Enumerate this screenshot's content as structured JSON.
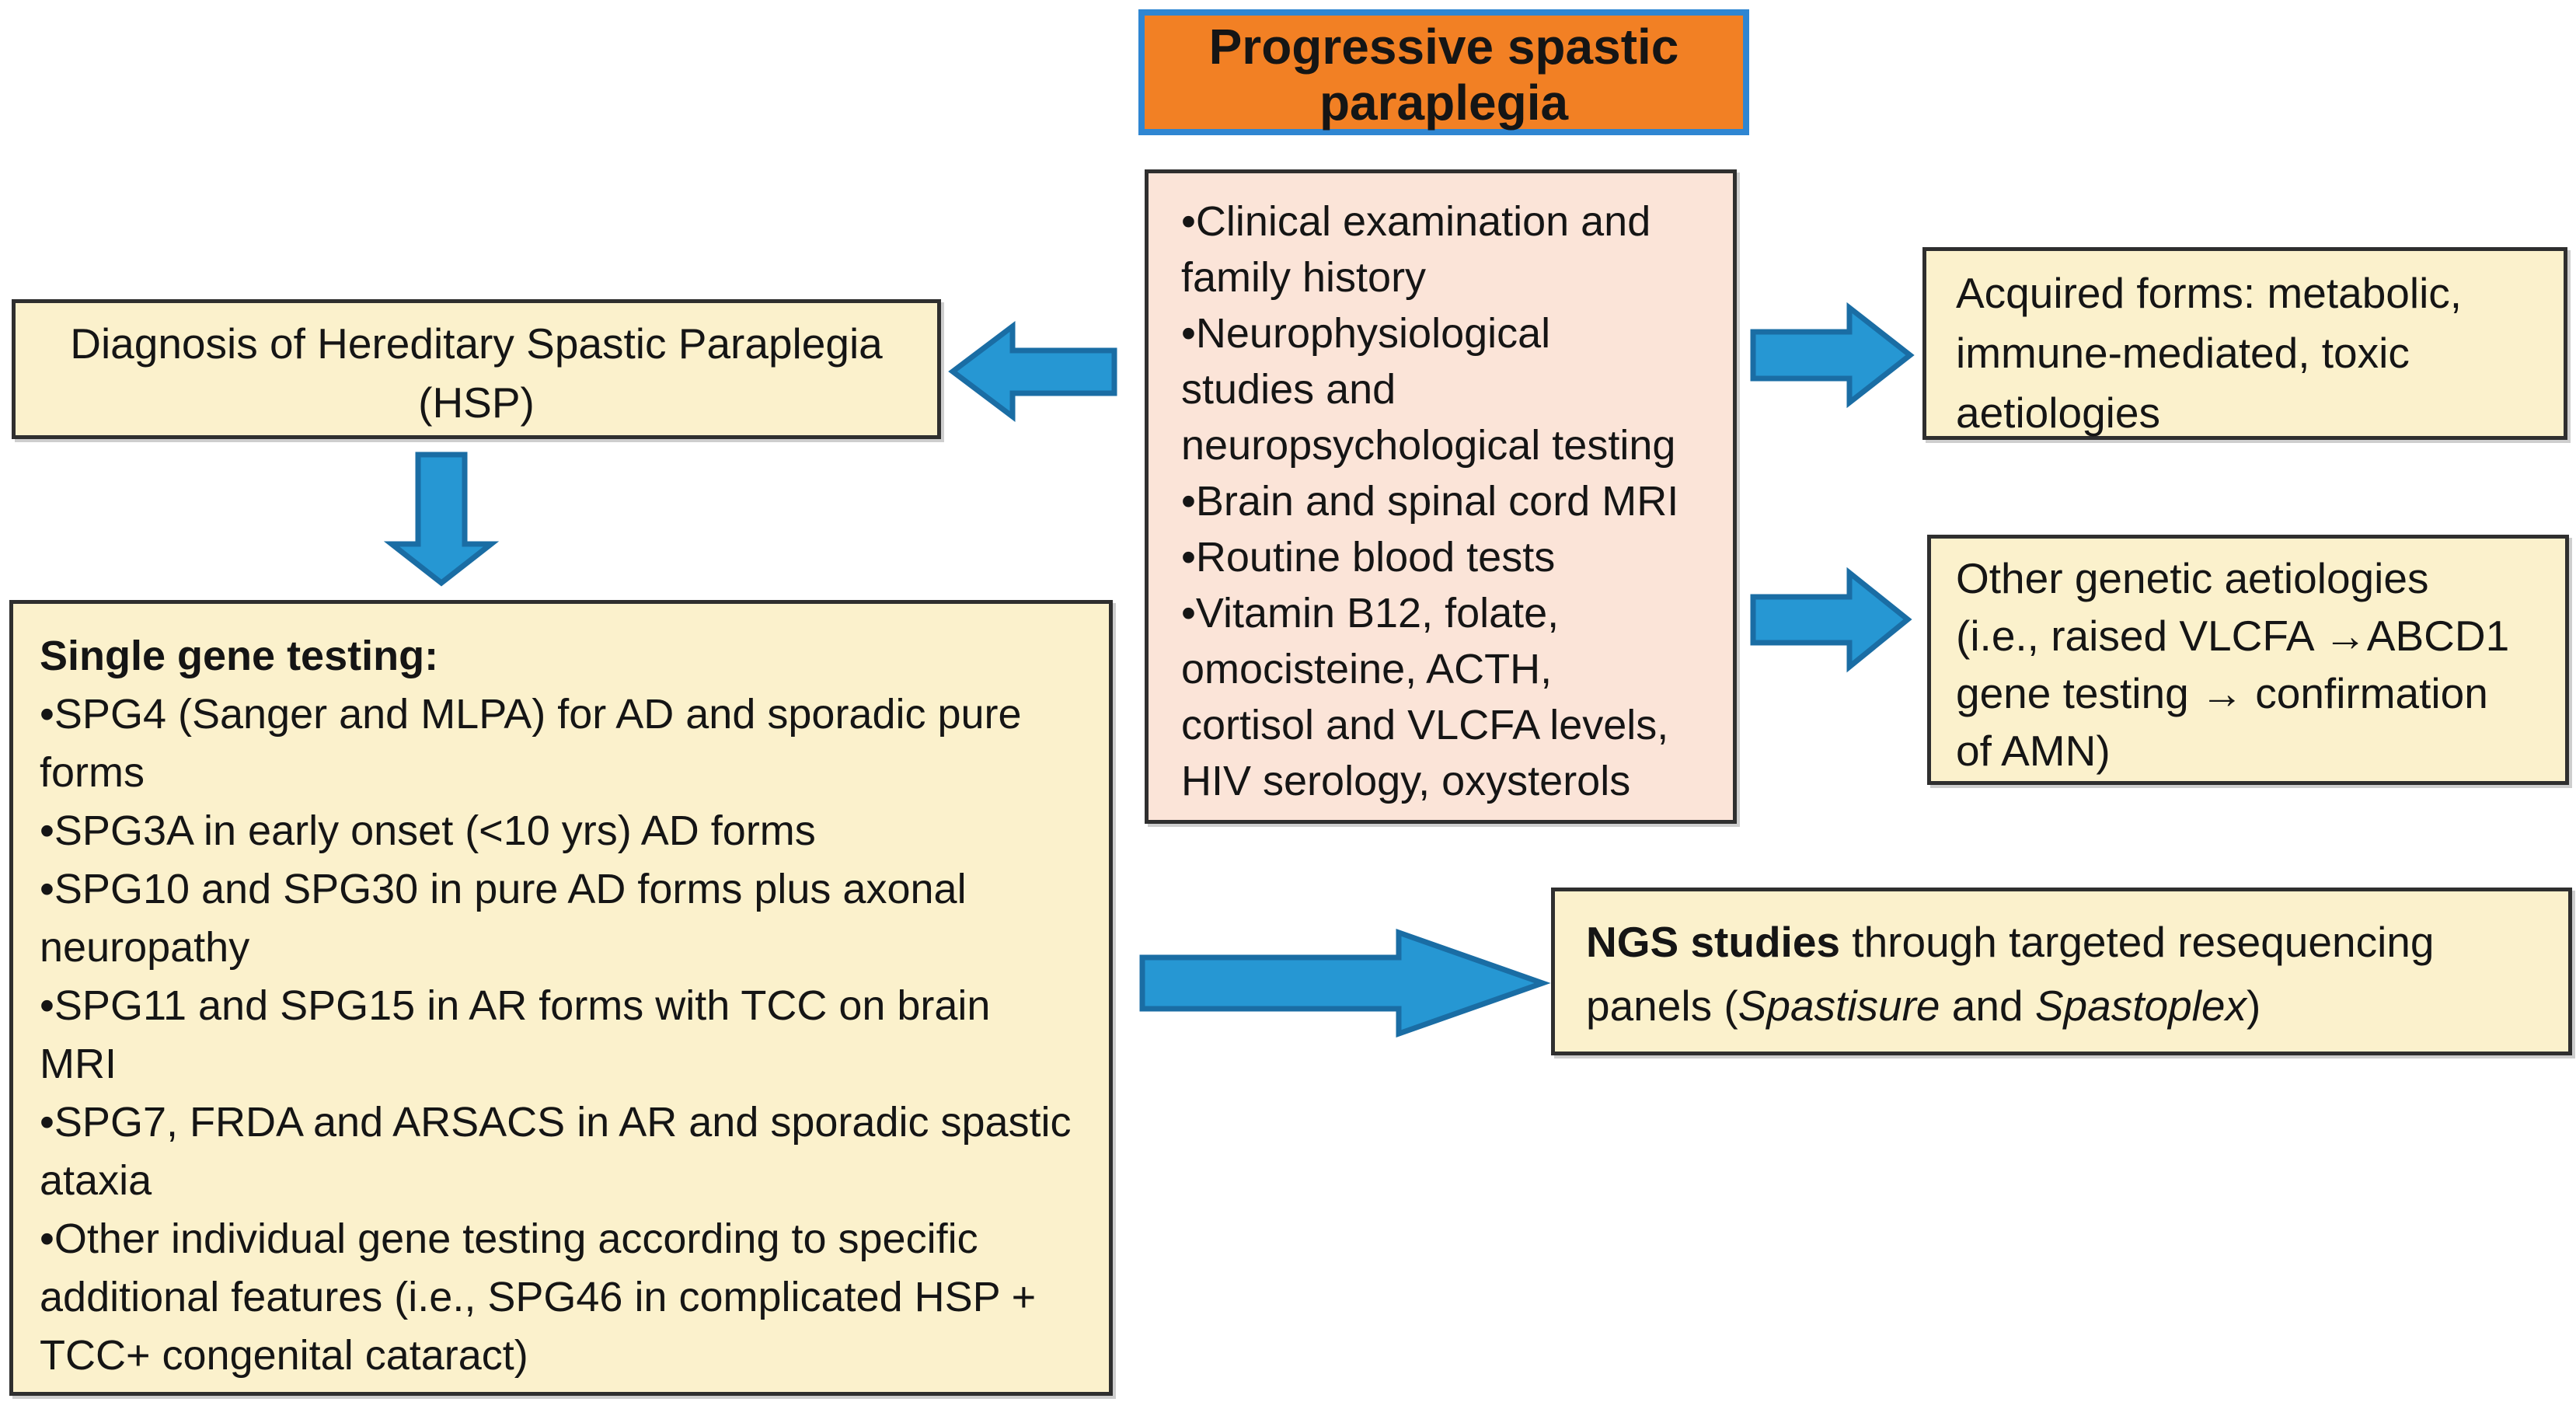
{
  "colors": {
    "box_fill": "#fbf1cc",
    "box_border": "#2f2f2f",
    "workup_fill": "#fbe4d8",
    "title_fill": "#f28024",
    "title_border": "#2f86d2",
    "arrow_fill": "#2697d3",
    "arrow_stroke": "#1a6da4",
    "text": "#151515",
    "background": "#ffffff"
  },
  "title_box": {
    "lines": [
      "Progressive spastic",
      "paraplegia"
    ]
  },
  "workup_box": {
    "lines": [
      "•Clinical examination and",
      "family history",
      "•Neurophysiological",
      "studies and",
      "neuropsychological testing",
      "•Brain and spinal cord MRI",
      "•Routine blood tests",
      "•Vitamin B12, folate,",
      "omocisteine, ACTH,",
      "cortisol and VLCFA levels,",
      "HIV serology, oxysterols"
    ]
  },
  "hsp_box": {
    "lines": [
      "Diagnosis of Hereditary Spastic Paraplegia",
      "(HSP)"
    ]
  },
  "single_gene_box": {
    "heading": "Single gene testing:",
    "lines": [
      "•SPG4 (Sanger and MLPA) for AD and sporadic pure",
      "forms",
      "•SPG3A in early onset (<10 yrs) AD forms",
      "•SPG10 and SPG30 in pure AD forms plus axonal",
      "neuropathy",
      "•SPG11 and SPG15 in AR forms with TCC on brain",
      "MRI",
      "•SPG7, FRDA and ARSACS in AR and sporadic spastic",
      "ataxia",
      "•Other individual gene testing according to specific",
      "additional features (i.e., SPG46 in complicated HSP +",
      "TCC+ congenital cataract)"
    ]
  },
  "acquired_box": {
    "lines": [
      "Acquired forms: metabolic,",
      "immune-mediated, toxic",
      "aetiologies"
    ]
  },
  "other_genetic_box": {
    "lines": [
      "Other genetic aetiologies",
      "(i.e., raised VLCFA →ABCD1",
      "gene testing → confirmation",
      "of AMN)"
    ]
  },
  "ngs_box": {
    "bold_lead": "NGS studies",
    "line1_rest": " through targeted resequencing",
    "line2_pre": "panels (",
    "italic_1": "Spastisure",
    "line2_mid": " and ",
    "italic_2": "Spastoplex",
    "line2_end": ")"
  },
  "arrows": [
    {
      "name": "workup-to-hsp",
      "direction": "left"
    },
    {
      "name": "hsp-to-single-gene",
      "direction": "down"
    },
    {
      "name": "workup-to-acquired",
      "direction": "right"
    },
    {
      "name": "workup-to-other-genetic",
      "direction": "right"
    },
    {
      "name": "single-gene-to-ngs",
      "direction": "right"
    }
  ]
}
